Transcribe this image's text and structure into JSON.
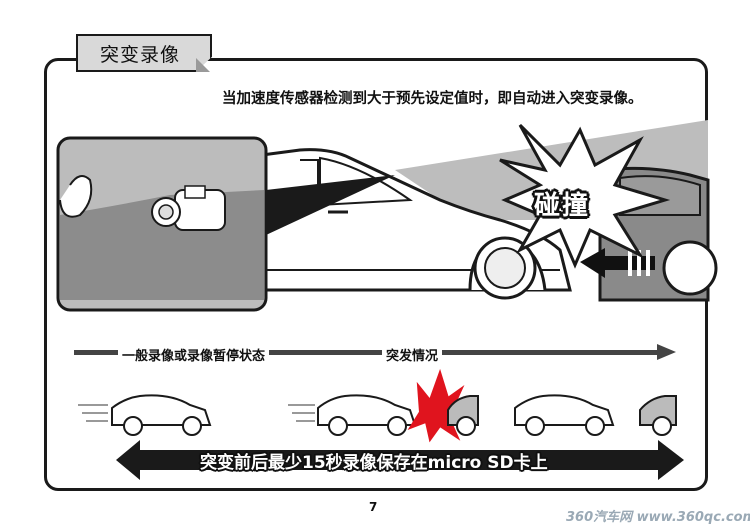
{
  "section": {
    "title": "突变录像"
  },
  "description": "当加速度传感器检测到大于预先设定值时，即自动进入突变录像。",
  "burst": {
    "text": "碰撞"
  },
  "timeline": {
    "normal_label": "一般录像或录像暂停状态",
    "crash_label": "突发情况"
  },
  "bottom_banner": "突变前后最少15秒录像保存在micro SD卡上",
  "page_number": "7",
  "watermark": "360汽车网 www.360qc.com",
  "colors": {
    "ink": "#1a1a1a",
    "gray": "#7a7a7a",
    "light_gray": "#d0d0d0",
    "crash_red": "#e0141e"
  }
}
